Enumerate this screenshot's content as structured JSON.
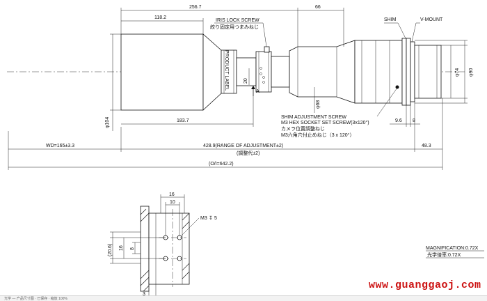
{
  "top_view": {
    "dims": {
      "overall_length": "256.7",
      "front_length": "118.2",
      "rear_length": "66",
      "front_diameter": "φ104",
      "mid_diameter": "φ68",
      "mount_diameter_1": "φ74",
      "mount_diameter_2": "φ90",
      "gap": "20",
      "body_to_mark": "183.7",
      "shim_offset": "9.6",
      "mount_offset": "8",
      "wd": "WD=165±3.3",
      "range": "428.9(RANGE OF ADJUSTMENT±2)",
      "range_jp": "(調整代±2)",
      "rear_flange": "48.3",
      "oi": "(O/I=642.2)"
    },
    "labels": {
      "iris_lock": "IRIS LOCK SCREW",
      "iris_lock_jp": "絞り固定用つまみねじ",
      "shim": "SHIM",
      "vmount": "V-MOUNT",
      "product_label": "PRODUCT LABEL",
      "arrow_a": "A",
      "shim_adj": "SHIM ADJUSTMENT SCREW",
      "hex_socket": "M3 HEX SOCKET SET SCREW(3x120°)",
      "camera_adj_jp": "カメラ位置調整ねじ",
      "hex_jp": "M3六角穴付止めねじ（3 x 120°）"
    }
  },
  "detail_view": {
    "dims": {
      "width_outer": "16",
      "width_inner": "10",
      "screw": "M3",
      "depth": "5",
      "height_outer": "(20.6)",
      "height_mid": "16",
      "height_inner": "8",
      "bottom": "3"
    }
  },
  "magnification": {
    "en": "MAGNIFICATION:0.72X",
    "jp": "光学倍率:0.72X"
  },
  "watermark": "www.guanggaoj.com",
  "statusbar": "光学 — 产品尺寸图 · 已保存 · 缩放 100%"
}
